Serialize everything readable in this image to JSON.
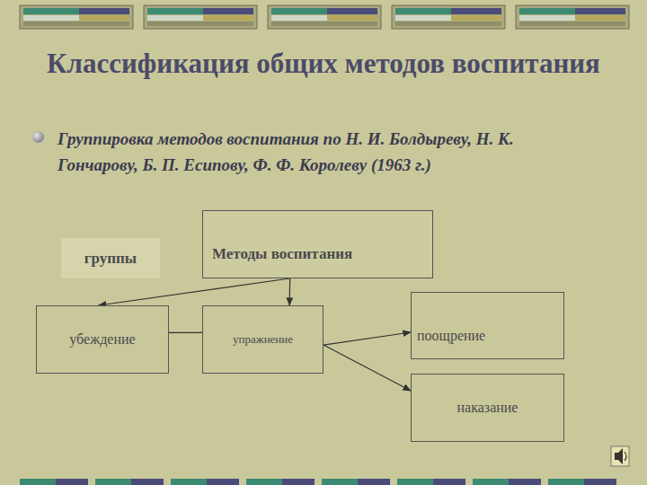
{
  "diagram": {
    "title": "Классификация общих методов воспитания",
    "nodes": [
      {
        "text": [
          "Методы воспитания"
        ]
      },
      {
        "text": [
          "группы"
        ]
      },
      {
        "text": [
          "убеждение"
        ]
      },
      {
        "text": [
          "упражнение"
        ]
      },
      {
        "text": [
          "поощрение"
        ]
      },
      {
        "text": [
          "наказание"
        ]
      }
    ],
    "edges": [
      {
        "from": 0,
        "to": 2,
        "arrow": "to"
      },
      {
        "from": 0,
        "to": 3,
        "arrow": "to"
      },
      {
        "from": 2,
        "to": 3,
        "arrow": "none"
      },
      {
        "from": 3,
        "to": 4,
        "arrow": "to"
      },
      {
        "from": 3,
        "to": 5,
        "arrow": "to"
      }
    ],
    "labels": [
      "Группировка методов воспитания по Н. И. Болдыреву, Н. К. Гончарову, Б. П. Есипову, Ф. Ф. Королеву (1963 г.)"
    ]
  }
}
